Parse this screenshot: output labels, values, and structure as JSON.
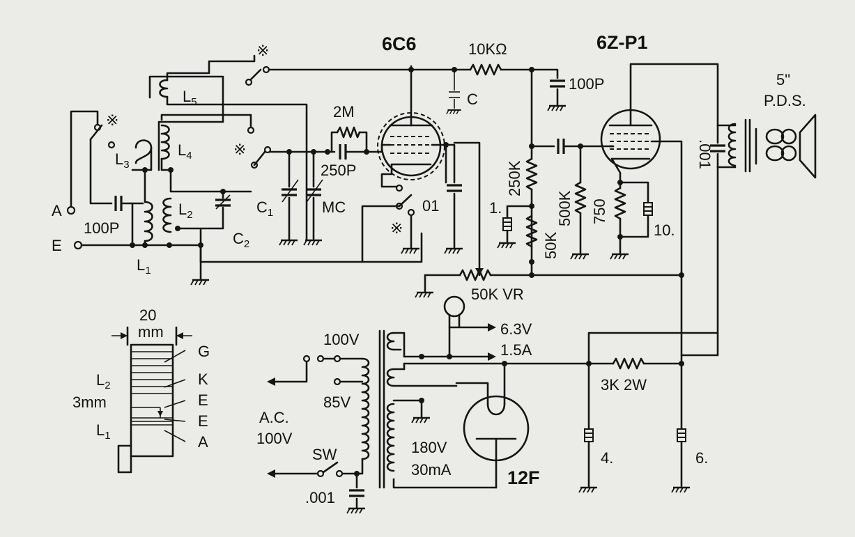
{
  "tubes": {
    "t1": "6C6",
    "t2": "6Z-P1",
    "rect": "12F"
  },
  "components": {
    "r_10k": "10KΩ",
    "c_100p_top": "100P",
    "c_c": "C",
    "r_2m": "2M",
    "c_250p": "250P",
    "c_c1": "C",
    "c_c1_sub": "1",
    "c_mc": "MC",
    "c_c2": "C",
    "c_c2_sub": "2",
    "c_01": "01",
    "c_100p_left": "100P",
    "r_250k": "250K",
    "r_50k": "50K",
    "c_1": "1.",
    "r_500k": "500K",
    "r_750": "750",
    "c_10": "10.",
    "r_vr": "50K VR",
    "c_001_out": ".001",
    "spk_size": "5\"",
    "spk_type": "P.D.S.",
    "r_3k": "3K 2W",
    "c_4": "4.",
    "c_6": "6."
  },
  "coils": {
    "l5": "L",
    "l5_sub": "5",
    "l4": "L",
    "l4_sub": "4",
    "l3": "L",
    "l3_sub": "3",
    "l2": "L",
    "l2_sub": "2",
    "l1": "L",
    "l1_sub": "1"
  },
  "switch_mark": "※",
  "terminals": {
    "a": "A",
    "e": "E"
  },
  "power": {
    "tap_100v": "100V",
    "tap_85v": "85V",
    "ac_line1": "A.C.",
    "ac_line2": "100V",
    "sw": "SW",
    "c_001": ".001",
    "heater_v": "6.3V",
    "heater_a": "1.5A",
    "hv_v": "180V",
    "hv_ma": "30mA"
  },
  "coil_form": {
    "width": "20",
    "width_unit": "mm",
    "gap": "3mm",
    "l2": "L",
    "l2_sub": "2",
    "l1": "L",
    "l1_sub": "1",
    "pins": [
      "G",
      "K",
      "E",
      "E",
      "A"
    ]
  }
}
